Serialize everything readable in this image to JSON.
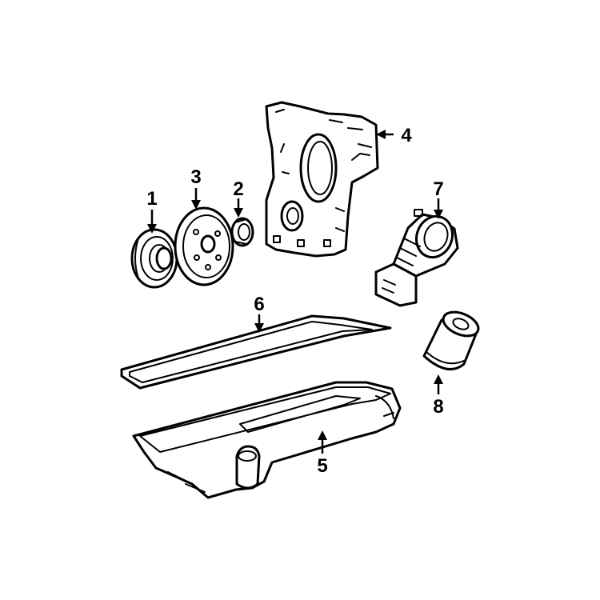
{
  "diagram": {
    "line_color": "#000000",
    "background": "#ffffff",
    "callouts": [
      "1",
      "2",
      "3",
      "4",
      "5",
      "6",
      "7",
      "8"
    ]
  }
}
